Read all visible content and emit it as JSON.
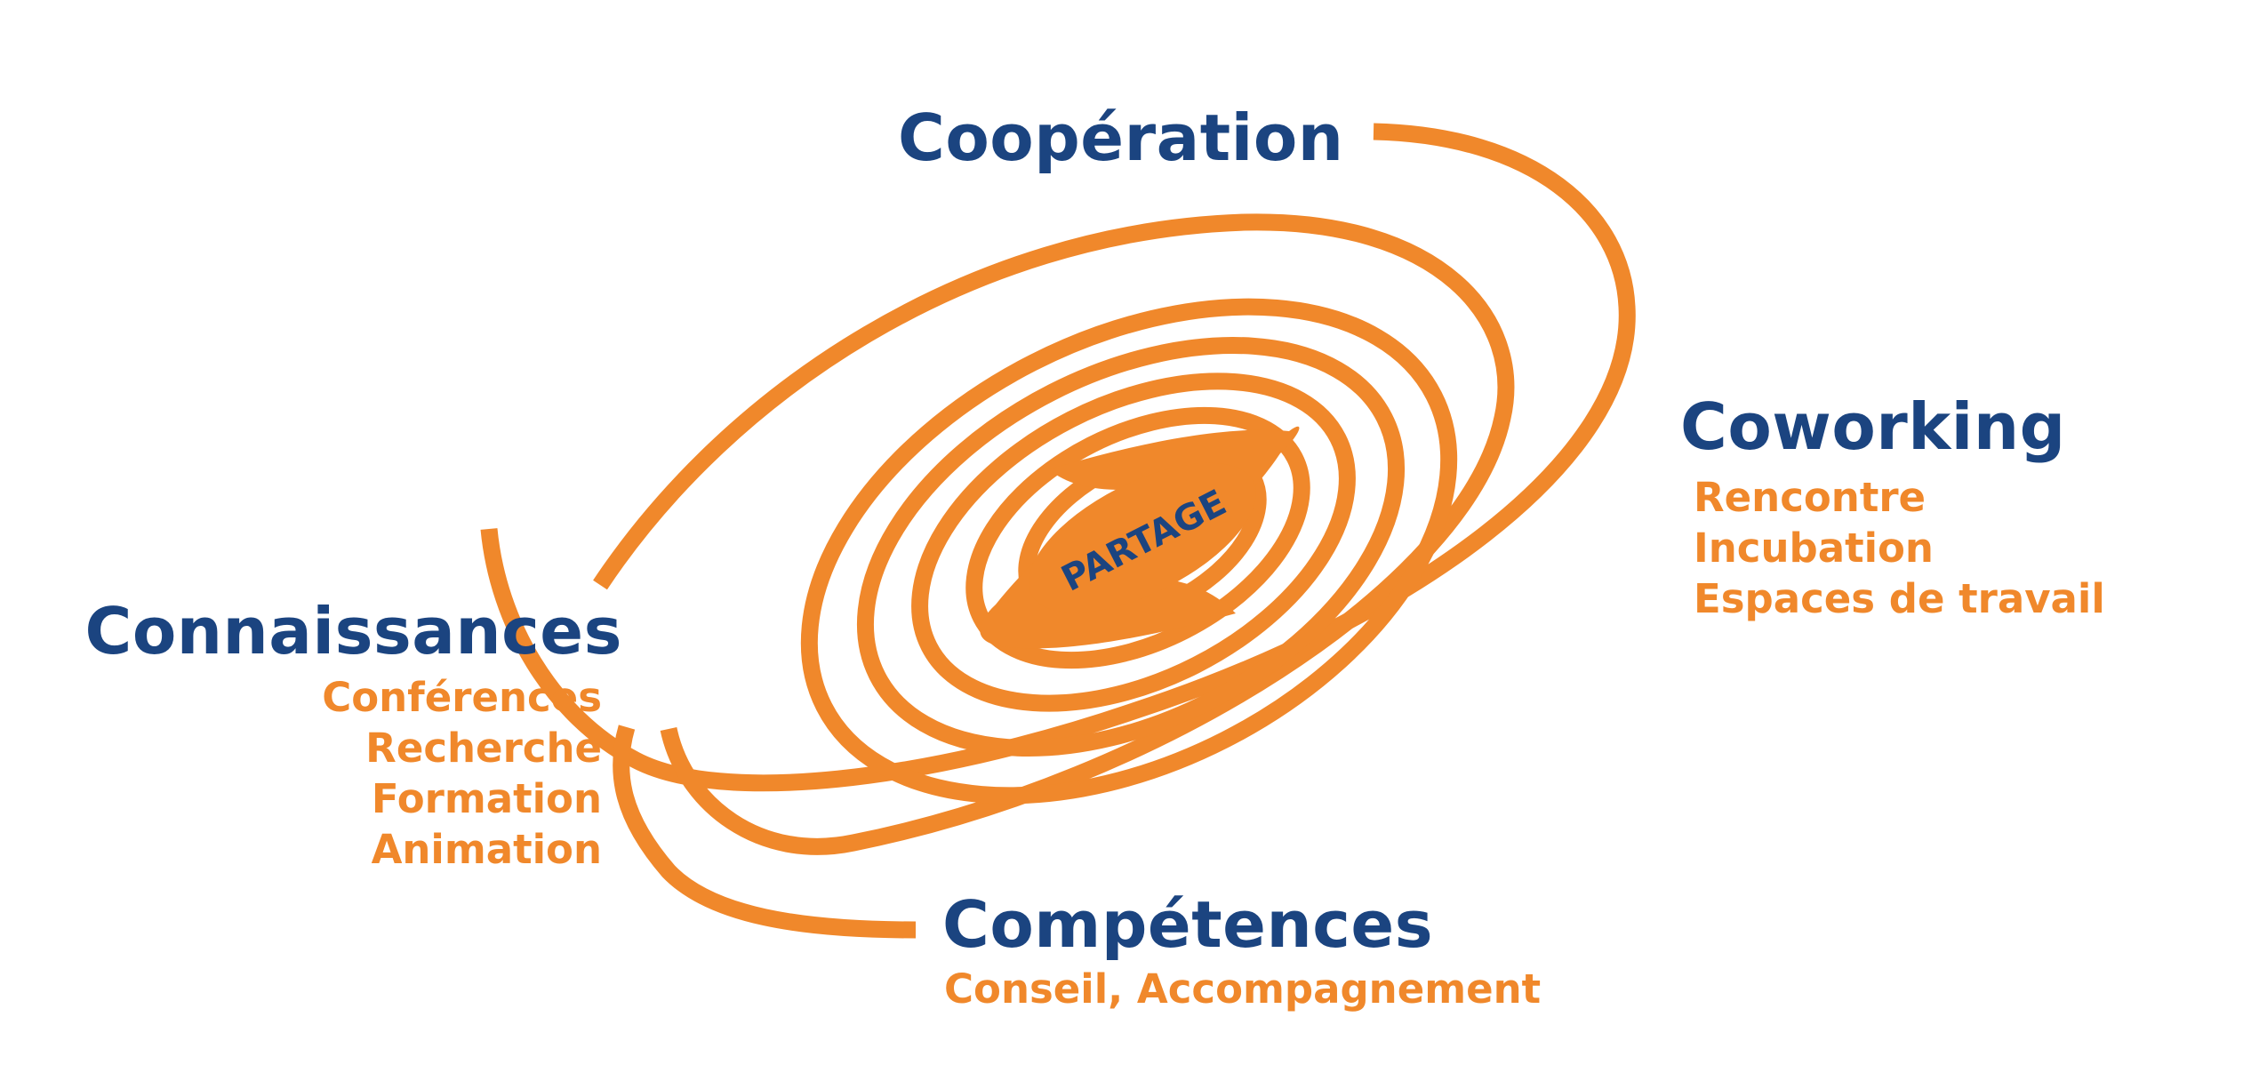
{
  "colors": {
    "orange": "#F0882B",
    "navy": "#1B4480",
    "background": "#FFFFFF"
  },
  "center": {
    "label": "PARTAGE"
  },
  "groups": {
    "cooperation": {
      "title": "Coopération"
    },
    "coworking": {
      "title": "Coworking",
      "items": [
        "Rencontre",
        "Incubation",
        "Espaces de travail"
      ]
    },
    "connaissances": {
      "title": "Connaissances",
      "items": [
        "Conférences",
        "Recherche",
        "Formation",
        "Animation"
      ]
    },
    "competences": {
      "title": "Compétences",
      "items": [
        "Conseil, Accompagnement"
      ]
    }
  }
}
